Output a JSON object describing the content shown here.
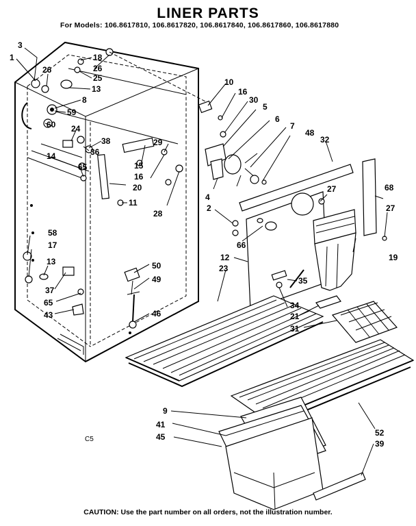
{
  "header": {
    "title": "LINER PARTS",
    "models": "For Models: 106.8617810, 106.8617820, 106.8617840, 106.8617860, 106.8617880"
  },
  "footer": {
    "caution": "CAUTION: Use the part number on all orders, not the illustration number.",
    "code": "C5"
  },
  "callouts": [
    {
      "id": "c3",
      "label": "3"
    },
    {
      "id": "c1",
      "label": "1"
    },
    {
      "id": "c26a",
      "label": "26"
    },
    {
      "id": "c18",
      "label": "18"
    },
    {
      "id": "c26b",
      "label": "26"
    },
    {
      "id": "c25",
      "label": "25"
    },
    {
      "id": "c13a",
      "label": "13"
    },
    {
      "id": "c8",
      "label": "8"
    },
    {
      "id": "c59",
      "label": "59"
    },
    {
      "id": "c60",
      "label": "60"
    },
    {
      "id": "c24",
      "label": "24"
    },
    {
      "id": "c38",
      "label": "38"
    },
    {
      "id": "c36",
      "label": "36"
    },
    {
      "id": "c14",
      "label": "14"
    },
    {
      "id": "c65a",
      "label": "65"
    },
    {
      "id": "c20",
      "label": "20"
    },
    {
      "id": "c15",
      "label": "15"
    },
    {
      "id": "c16a",
      "label": "16"
    },
    {
      "id": "c29",
      "label": "29"
    },
    {
      "id": "c11",
      "label": "11"
    },
    {
      "id": "c28",
      "label": "28"
    },
    {
      "id": "c10",
      "label": "10"
    },
    {
      "id": "c16b",
      "label": "16"
    },
    {
      "id": "c30",
      "label": "30"
    },
    {
      "id": "c5",
      "label": "5"
    },
    {
      "id": "c6",
      "label": "6"
    },
    {
      "id": "c7",
      "label": "7"
    },
    {
      "id": "c48",
      "label": "48"
    },
    {
      "id": "c32",
      "label": "32"
    },
    {
      "id": "c4",
      "label": "4"
    },
    {
      "id": "c2",
      "label": "2"
    },
    {
      "id": "c27a",
      "label": "27"
    },
    {
      "id": "c68",
      "label": "68"
    },
    {
      "id": "c27b",
      "label": "27"
    },
    {
      "id": "c66",
      "label": "66"
    },
    {
      "id": "c12",
      "label": "12"
    },
    {
      "id": "c19",
      "label": "19"
    },
    {
      "id": "c23",
      "label": "23"
    },
    {
      "id": "c58",
      "label": "58"
    },
    {
      "id": "c17",
      "label": "17"
    },
    {
      "id": "c13b",
      "label": "13"
    },
    {
      "id": "c37",
      "label": "37"
    },
    {
      "id": "c65b",
      "label": "65"
    },
    {
      "id": "c43",
      "label": "43"
    },
    {
      "id": "c50",
      "label": "50"
    },
    {
      "id": "c49",
      "label": "49"
    },
    {
      "id": "c46",
      "label": "46"
    },
    {
      "id": "c35",
      "label": "35"
    },
    {
      "id": "c34",
      "label": "34"
    },
    {
      "id": "c21",
      "label": "21"
    },
    {
      "id": "c31",
      "label": "31"
    },
    {
      "id": "c9",
      "label": "9"
    },
    {
      "id": "c41",
      "label": "41"
    },
    {
      "id": "c45",
      "label": "45"
    },
    {
      "id": "c52",
      "label": "52"
    },
    {
      "id": "c39",
      "label": "39"
    }
  ]
}
